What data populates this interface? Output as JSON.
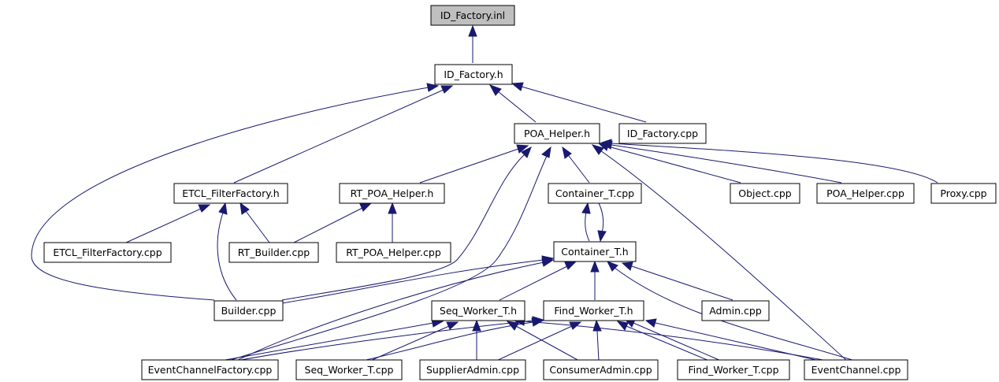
{
  "graph": {
    "colors": {
      "edge": "#191970",
      "focus_fill": "#bfbfbf",
      "node_fill": "#ffffff",
      "node_border": "#000000"
    },
    "nodes": {
      "id_factory_inl": "ID_Factory.inl",
      "id_factory_h": "ID_Factory.h",
      "poa_helper_h": "POA_Helper.h",
      "id_factory_cpp": "ID_Factory.cpp",
      "etcl_filterfactory_h": "ETCL_FilterFactory.h",
      "rt_poa_helper_h": "RT_POA_Helper.h",
      "container_t_cpp": "Container_T.cpp",
      "object_cpp": "Object.cpp",
      "poa_helper_cpp": "POA_Helper.cpp",
      "proxy_cpp": "Proxy.cpp",
      "etcl_filterfactory_cpp": "ETCL_FilterFactory.cpp",
      "rt_builder_cpp": "RT_Builder.cpp",
      "rt_poa_helper_cpp": "RT_POA_Helper.cpp",
      "container_t_h": "Container_T.h",
      "builder_cpp": "Builder.cpp",
      "seq_worker_t_h": "Seq_Worker_T.h",
      "find_worker_t_h": "Find_Worker_T.h",
      "admin_cpp": "Admin.cpp",
      "eventchannelfactory_cpp": "EventChannelFactory.cpp",
      "seq_worker_t_cpp": "Seq_Worker_T.cpp",
      "supplieradmin_cpp": "SupplierAdmin.cpp",
      "consumeradmin_cpp": "ConsumerAdmin.cpp",
      "find_worker_t_cpp": "Find_Worker_T.cpp",
      "eventchannel_cpp": "EventChannel.cpp"
    },
    "edges": [
      [
        "id_factory_h",
        "id_factory_inl"
      ],
      [
        "poa_helper_h",
        "id_factory_h"
      ],
      [
        "id_factory_cpp",
        "id_factory_h"
      ],
      [
        "etcl_filterfactory_h",
        "id_factory_h"
      ],
      [
        "builder_cpp",
        "id_factory_h"
      ],
      [
        "rt_poa_helper_h",
        "poa_helper_h"
      ],
      [
        "container_t_cpp",
        "poa_helper_h"
      ],
      [
        "object_cpp",
        "poa_helper_h"
      ],
      [
        "poa_helper_cpp",
        "poa_helper_h"
      ],
      [
        "proxy_cpp",
        "poa_helper_h"
      ],
      [
        "builder_cpp",
        "poa_helper_h"
      ],
      [
        "eventchannelfactory_cpp",
        "poa_helper_h"
      ],
      [
        "eventchannel_cpp",
        "poa_helper_h"
      ],
      [
        "etcl_filterfactory_cpp",
        "etcl_filterfactory_h"
      ],
      [
        "rt_builder_cpp",
        "etcl_filterfactory_h"
      ],
      [
        "builder_cpp",
        "etcl_filterfactory_h"
      ],
      [
        "rt_builder_cpp",
        "rt_poa_helper_h"
      ],
      [
        "rt_poa_helper_cpp",
        "rt_poa_helper_h"
      ],
      [
        "container_t_h",
        "container_t_cpp"
      ],
      [
        "container_t_cpp",
        "container_t_h"
      ],
      [
        "builder_cpp",
        "container_t_h"
      ],
      [
        "eventchannelfactory_cpp",
        "container_t_h"
      ],
      [
        "seq_worker_t_h",
        "container_t_h"
      ],
      [
        "find_worker_t_h",
        "container_t_h"
      ],
      [
        "admin_cpp",
        "container_t_h"
      ],
      [
        "eventchannel_cpp",
        "container_t_h"
      ],
      [
        "eventchannelfactory_cpp",
        "seq_worker_t_h"
      ],
      [
        "seq_worker_t_cpp",
        "seq_worker_t_h"
      ],
      [
        "supplieradmin_cpp",
        "seq_worker_t_h"
      ],
      [
        "consumeradmin_cpp",
        "seq_worker_t_h"
      ],
      [
        "eventchannel_cpp",
        "seq_worker_t_h"
      ],
      [
        "eventchannelfactory_cpp",
        "find_worker_t_h"
      ],
      [
        "seq_worker_t_cpp",
        "find_worker_t_h"
      ],
      [
        "supplieradmin_cpp",
        "find_worker_t_h"
      ],
      [
        "consumeradmin_cpp",
        "find_worker_t_h"
      ],
      [
        "find_worker_t_cpp",
        "find_worker_t_h"
      ],
      [
        "eventchannel_cpp",
        "find_worker_t_h"
      ]
    ]
  }
}
